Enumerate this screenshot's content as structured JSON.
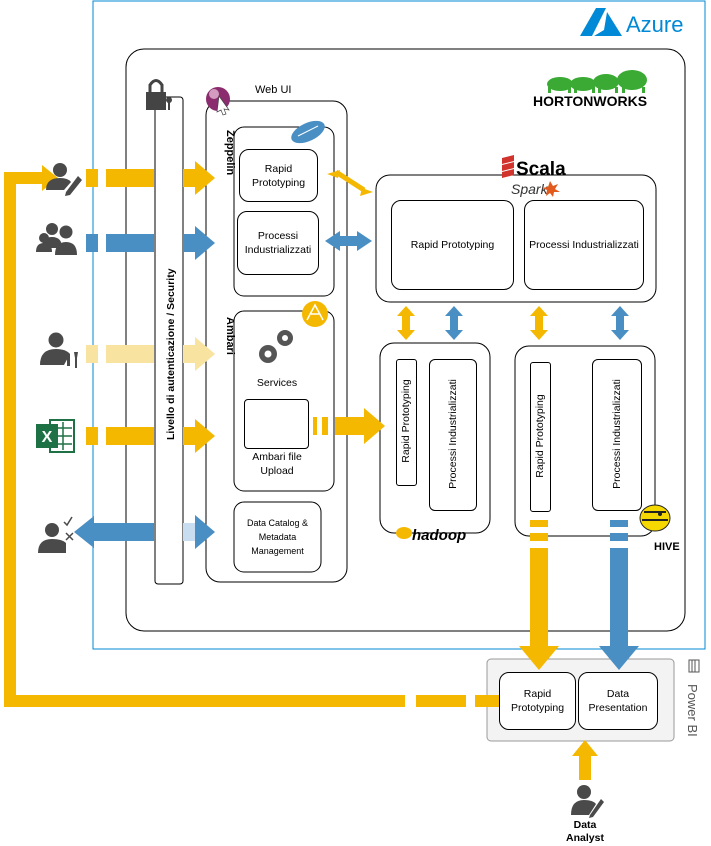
{
  "cloud": {
    "name": "Azure"
  },
  "hortonworks": {
    "name": "HORTONWORKS"
  },
  "webui": {
    "title": "Web UI"
  },
  "zeppelin": {
    "label": "Zeppelin",
    "box1": "Rapid Prototyping",
    "box2": "Processi Industrializzati"
  },
  "ambari": {
    "label": "Ambari",
    "services": "Services",
    "upload": "Ambari file Upload"
  },
  "catalog": {
    "label": "Data Catalog & Metadata Management"
  },
  "security": {
    "label": "Livello di autenticazione / Security"
  },
  "spark": {
    "scala": "Scala",
    "spark": "Spark",
    "box1": "Rapid Prototyping",
    "box2": "Processi Industrializzati"
  },
  "hadoop": {
    "logo": "hadoop",
    "box1": "Rapid Prototyping",
    "box2": "Processi Industrializzati"
  },
  "hive": {
    "logo": "HIVE",
    "box1": "Rapid Prototyping",
    "box2": "Processi Industrializzati"
  },
  "powerbi": {
    "label": "Power BI",
    "box1": "Rapid Prototyping",
    "box2": "Data Presentation"
  },
  "analyst": {
    "label": "Data Analyst"
  },
  "colors": {
    "orange": "#F5B800",
    "blue": "#4A8FC4",
    "azure": "#0089D6",
    "excel": "#1E7145",
    "pale_orange": "#F9E3A0",
    "pale_blue": "#C8DDEF"
  }
}
